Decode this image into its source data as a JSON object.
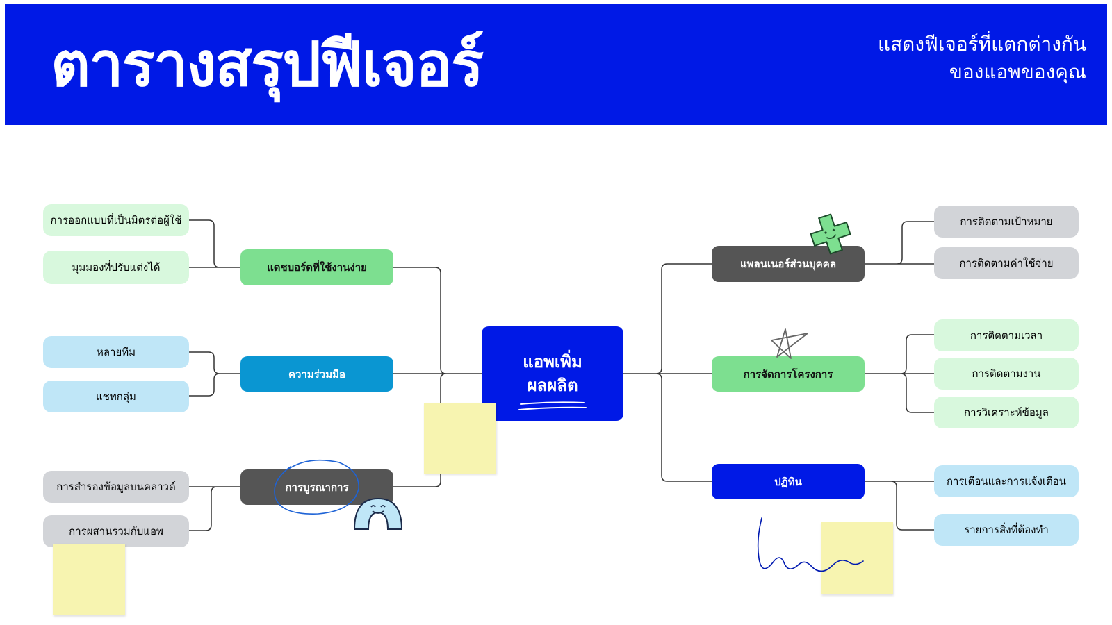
{
  "header": {
    "title": "ตารางสรุปฟีเจอร์",
    "subtitle_line1": "แสดงฟีเจอร์ที่แตกต่างกัน",
    "subtitle_line2": "ของแอพของคุณ"
  },
  "center": {
    "line1": "แอพเพิ่ม",
    "line2": "ผลผลิต"
  },
  "left": {
    "dashboard": {
      "label": "แดชบอร์ดที่ใช้งานง่าย",
      "children": [
        "การออกแบบที่เป็นมิตรต่อผู้ใช้",
        "มุมมองที่ปรับแต่งได้"
      ]
    },
    "collab": {
      "label": "ความร่วมมือ",
      "children": [
        "หลายทีม",
        "แชทกลุ่ม"
      ]
    },
    "integration": {
      "label": "การบูรณาการ",
      "children": [
        "การสำรองข้อมูลบนคลาวด์",
        "การผสานรวมกับแอพ"
      ]
    }
  },
  "right": {
    "planner": {
      "label": "แพลนเนอร์ส่วนบุคคล",
      "children": [
        "การติดตามเป้าหมาย",
        "การติดตามค่าใช้จ่าย"
      ]
    },
    "project": {
      "label": "การจัดการโครงการ",
      "children": [
        "การติดตามเวลา",
        "การติดตามงาน",
        "การวิเคราะห์ข้อมูล"
      ]
    },
    "calendar": {
      "label": "ปฏิทิน",
      "children": [
        "การเตือนและการแจ้งเตือน",
        "รายการสิ่งที่ต้องทำ"
      ]
    }
  },
  "colors": {
    "brand_blue": "#0019e6",
    "green_main": "#7ddf90",
    "green_light": "#d8f8dd",
    "cyan_main": "#0a96d2",
    "cyan_light": "#bfe6f7",
    "dark_gray": "#555555",
    "light_gray": "#d2d4d8",
    "sticky_yellow": "#f7f4b0",
    "line": "#333333"
  }
}
